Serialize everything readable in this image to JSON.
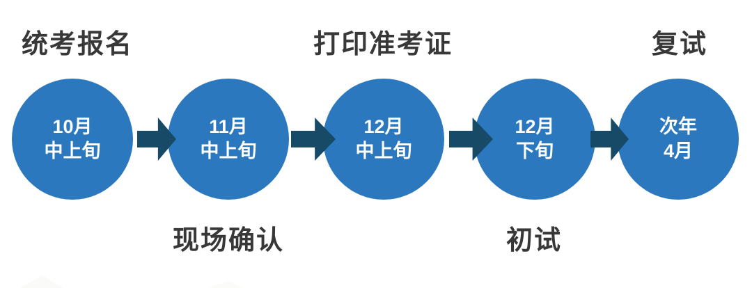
{
  "diagram": {
    "name": "考研流程时间轴",
    "colors": {
      "circle_fill": "#2B78BE",
      "arrow_fill": "#174A66",
      "phase_label_text": "#383838",
      "circle_text": "#FFFFFF",
      "background": "#FFFFFF"
    },
    "steps": [
      {
        "phase": "统考报名",
        "phase_position": "top",
        "date_line1": "10月",
        "date_line2": "中上旬"
      },
      {
        "phase": "现场确认",
        "phase_position": "bottom",
        "date_line1": "11月",
        "date_line2": "中上旬"
      },
      {
        "phase": "打印准考证",
        "phase_position": "top",
        "date_line1": "12月",
        "date_line2": "中上旬"
      },
      {
        "phase": "初试",
        "phase_position": "bottom",
        "date_line1": "12月",
        "date_line2": "下旬"
      },
      {
        "phase": "复试",
        "phase_position": "top",
        "date_line1": "次年",
        "date_line2": "4月"
      }
    ],
    "arrow_count": 4
  }
}
